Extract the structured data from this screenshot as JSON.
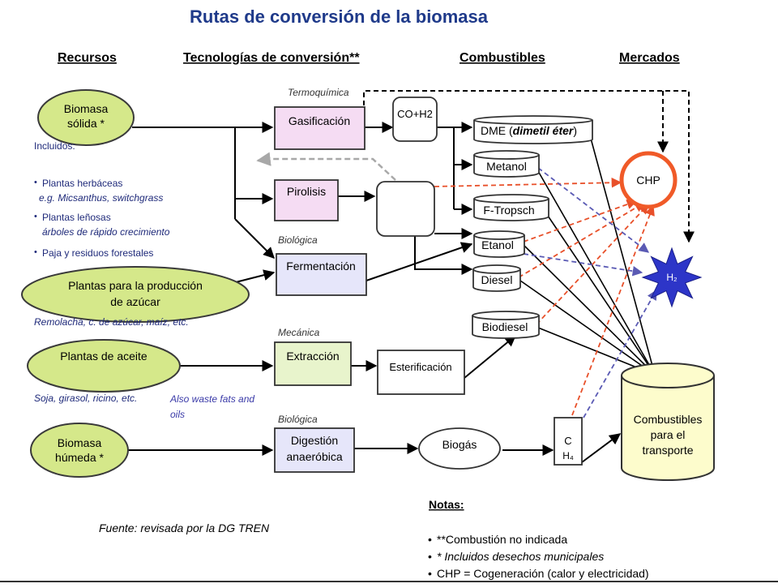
{
  "title": "Rutas de conversión de la biomasa",
  "headers": {
    "recursos": "Recursos",
    "tecnologias": "Tecnologías de conversión**",
    "combustibles": "Combustibles",
    "mercados": "Mercados"
  },
  "resources": {
    "biomasa_solida_1": "Biomasa",
    "biomasa_solida_2": "sólida *",
    "plantas_azucar_1": "Plantas para la producción",
    "plantas_azucar_2": "de azúcar",
    "plantas_aceite": "Plantas de aceite",
    "biomasa_humeda_1": "Biomasa",
    "biomasa_humeda_2": "húmeda *"
  },
  "notes_left": {
    "incluidos": "Incluidos:",
    "herb_1": "Plantas herbáceas",
    "herb_2": "e.g. Micsanthus,  switchgrass",
    "lenosas_1": "Plantas leñosas",
    "lenosas_2": "árboles de rápido crecimiento",
    "paja": "Paja y residuos forestales",
    "remolacha": "Remolacha, c. de azúcar, maíz, etc.",
    "soja": "Soja, girasol, ricino, etc.",
    "waste_1": "Also waste fats and",
    "waste_2": "oils"
  },
  "categories": {
    "termoquimica": "Termoquímica",
    "biologica_1": "Biológica",
    "mecanica": "Mecánica",
    "biologica_2": "Biológica"
  },
  "technologies": {
    "gasificacion": "Gasificación",
    "pirolisis": "Pirolisis",
    "fermentacion": "Fermentación",
    "extraccion": "Extracción",
    "esterificacion": "Esterificación",
    "digestion_1": "Digestión",
    "digestion_2": "anaeróbica",
    "syngas": "CO+H2",
    "biogas": "Biogás",
    "ch4_1": "C",
    "ch4_2": "H₄"
  },
  "fuels": {
    "dme_prefix": "DME (",
    "dme_italic": "dimetil éter",
    "dme_suffix": ")",
    "metanol": "Metanol",
    "ftropsch": "F-Tropsch",
    "etanol": "Etanol",
    "diesel": "Diesel",
    "biodiesel": "Biodiesel"
  },
  "markets": {
    "chp": "CHP",
    "h2": "H₂",
    "transport_1": "Combustibles",
    "transport_2": "para el",
    "transport_3": "transporte"
  },
  "source": "Fuente: revisada por la DG TREN",
  "notes": {
    "title": "Notas:",
    "n1": "**Combustión no indicada",
    "n2": "* Incluidos desechos municipales",
    "n3": "CHP = Cogeneración (calor y electricidad)"
  },
  "colors": {
    "title_blue": "#1f3a8a",
    "ellipse_green": "#d5e88a",
    "gasif_pink": "#f5dcf3",
    "ferment_lavender": "#e6e6fa",
    "extract_green": "#e8f4cc",
    "cylinder_yellow": "#fdfccc",
    "chp_ring": "#f05a28",
    "h2_blue": "#2d35c8",
    "red_arrow": "#e8502a",
    "blue_arrow": "#5a5ab4",
    "gray_arrow": "#a8a8a8"
  }
}
